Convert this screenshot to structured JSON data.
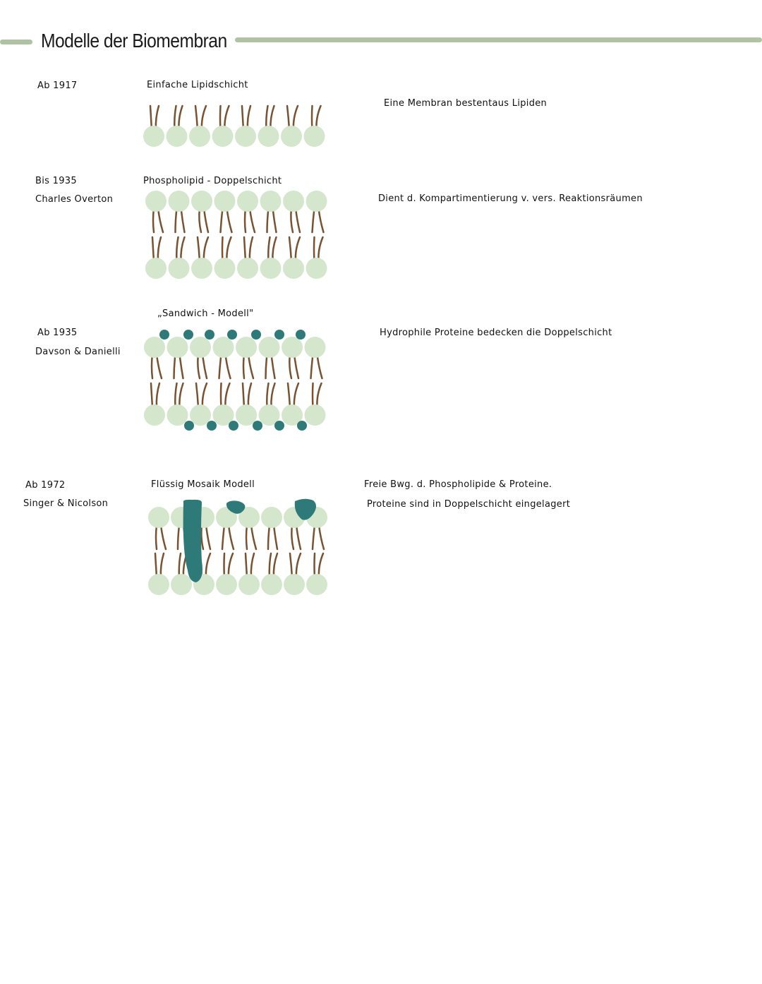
{
  "page": {
    "title": "Modelle der Biomembran",
    "accent_color": "#b0c4a4",
    "head_color": "#d4e6cc",
    "tail_color": "#7a5230",
    "protein_color": "#2e7a78"
  },
  "models": [
    {
      "period": "Ab 1917",
      "authors": "",
      "model_name": "Einfache Lipidschicht",
      "description": [
        "Eine Membran bestentaus Lipiden"
      ],
      "diagram": "single-lipid-layer"
    },
    {
      "period": "Bis 1935",
      "authors": "Charles Overton",
      "model_name": "Phospholipid - Doppelschicht",
      "description": [
        "Dient d. Kompartimentierung v. vers. Reaktionsräumen"
      ],
      "diagram": "phospholipid-bilayer"
    },
    {
      "period": "Ab 1935",
      "authors": "Davson & Danielli",
      "model_name": "„Sandwich - Modell\"",
      "description": [
        "Hydrophile Proteine bedecken die Doppelschicht"
      ],
      "diagram": "sandwich-model"
    },
    {
      "period": "Ab 1972",
      "authors": "Singer & Nicolson",
      "model_name": "Flüssig Mosaik Modell",
      "description": [
        "Freie Bwg. d. Phospholipide & Proteine.",
        "Proteine sind in Doppelschicht eingelagert"
      ],
      "diagram": "fluid-mosaic-model"
    }
  ]
}
